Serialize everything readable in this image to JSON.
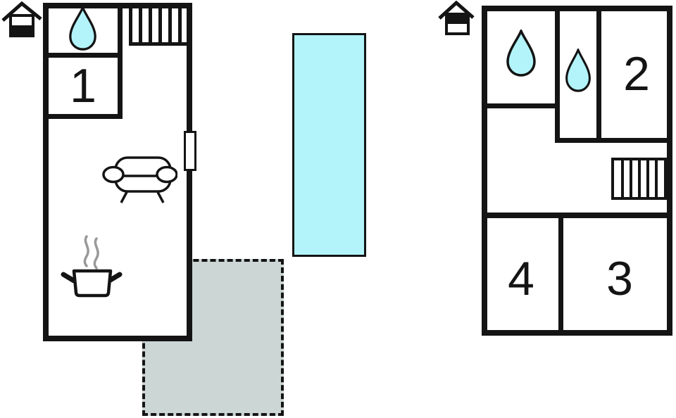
{
  "colors": {
    "wall": "#141414",
    "water": "#b2f4fa",
    "terrace": "#ccd6d5",
    "steam": "#999999",
    "background": "#ffffff"
  },
  "plans": [
    {
      "name": "ground-floor",
      "level_indicator": "house-icon-lower-half-filled",
      "rooms": [
        {
          "label": "1"
        }
      ],
      "features": [
        "shower-water-drop",
        "stairs",
        "door",
        "sofa",
        "cooking-pot-kitchen",
        "terrace",
        "swimming-pool"
      ]
    },
    {
      "name": "first-floor",
      "level_indicator": "house-icon-upper-half-filled",
      "rooms": [
        {
          "label": "2"
        },
        {
          "label": "3"
        },
        {
          "label": "4"
        }
      ],
      "features": [
        "shower-water-drop-large",
        "shower-water-drop-small",
        "stairs"
      ]
    }
  ]
}
